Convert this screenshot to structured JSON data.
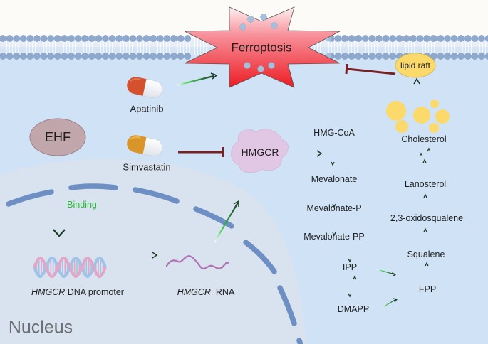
{
  "title": "EHF–HMGCR–cholesterol axis regulating ferroptosis",
  "colors": {
    "cytoplasm": "#cfe2f6",
    "nucleoplasm": "#d8e3ef",
    "membrane_head": "#8fa9cd",
    "nuclear_envelope": "#6d8fc4",
    "ferroptosis_star_top": "#fde8ea",
    "ferroptosis_star_bottom": "#ee1c25",
    "inhibit": "#7a1f22",
    "activate_dark": "#173a22",
    "activate_light": "#4ccf5a",
    "binding_text": "#2fba3c",
    "ehf_fill": "#c1a6ac",
    "hmgcr_fill": "#e1c7e4",
    "apatinib_cap": "#d5512d",
    "simvastatin_cap": "#d8962a",
    "cholesterol_droplet": "#fbd96a",
    "lipid_raft_fill": "#fbd96a"
  },
  "labels": {
    "ferroptosis": "Ferroptosis",
    "lipid_raft": "lipid raft",
    "apatinib": "Apatinib",
    "simvastatin": "Simvastatin",
    "ehf": "EHF",
    "binding": "Binding",
    "hmgcr_protein": "HMGCR",
    "dna_gene": "HMGCR",
    "dna_suffix": " DNA promoter",
    "rna_gene": "HMGCR",
    "rna_suffix": "  RNA",
    "nucleus": "Nucleus"
  },
  "pathway": {
    "mevalonate_branch": [
      "HMG-CoA",
      "Mevalonate",
      "Mevalonate-P",
      "Mevalonate-PP",
      "IPP",
      "DMAPP"
    ],
    "sterol_branch": [
      "FPP",
      "Squalene",
      "2,3-oxidosqualene",
      "Lanosterol",
      "Cholesterol"
    ],
    "nodes": {
      "hmg_coa": "HMG-CoA",
      "mevalonate": "Mevalonate",
      "mevalonate_p": "Mevalonate-P",
      "mevalonate_pp": "Mevalonate-PP",
      "ipp": "IPP",
      "dmapp": "DMAPP",
      "fpp": "FPP",
      "squalene": "Squalene",
      "oxidosqualene": "2,3-oxidosqualene",
      "lanosterol": "Lanosterol",
      "cholesterol": "Cholesterol"
    }
  },
  "relations": [
    {
      "from": "Apatinib",
      "to": "Ferroptosis",
      "type": "promotes"
    },
    {
      "from": "lipid raft",
      "to": "Ferroptosis",
      "type": "inhibits"
    },
    {
      "from": "Cholesterol",
      "to": "lipid raft",
      "type": "promotes"
    },
    {
      "from": "Simvastatin",
      "to": "HMGCR",
      "type": "inhibits"
    },
    {
      "from": "HMGCR",
      "to": "HMG-CoA",
      "type": "catalyzes"
    },
    {
      "from": "EHF",
      "to": "HMGCR DNA promoter",
      "type": "binding"
    },
    {
      "from": "HMGCR DNA promoter",
      "to": "HMGCR RNA",
      "type": "transcription"
    },
    {
      "from": "HMGCR RNA",
      "to": "HMGCR",
      "type": "translation"
    },
    {
      "from": "IPP",
      "to": "DMAPP",
      "type": "reversible"
    },
    {
      "from": "IPP",
      "to": "FPP",
      "type": "promotes"
    },
    {
      "from": "DMAPP",
      "to": "FPP",
      "type": "promotes"
    }
  ]
}
